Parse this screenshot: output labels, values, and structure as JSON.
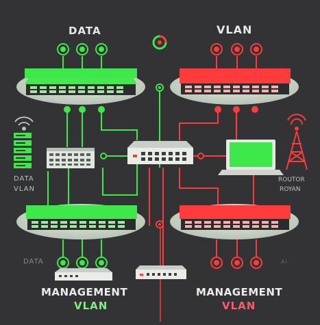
{
  "labels": {
    "top_left": "DATA",
    "top_right": "VLAN",
    "data_vlan_line1": "DATA",
    "data_vlan_line2": "VLAN",
    "router_line1": "ROUTOR",
    "router_line2": "ROYAN",
    "bottom_data": "DATA",
    "bottom_ai": "AI",
    "mgmt_left": "MANAGEMENT",
    "mgmt_left_vlan": "VLAN",
    "mgmt_right": "MANAGEMENT",
    "mgmt_right_vlan": "VLAN"
  },
  "colors": {
    "background": "#333335",
    "green": "#3ee84a",
    "red": "#ff3b3b",
    "platform": "#d6ddd2",
    "device": "#e8ece6"
  },
  "icons": [
    "wifi-signal-icon",
    "server-rack-icon",
    "radio-tower-icon",
    "status-ring-icon",
    "laptop-icon",
    "network-switch-icon",
    "router-icon",
    "endpoint-node-icon"
  ]
}
